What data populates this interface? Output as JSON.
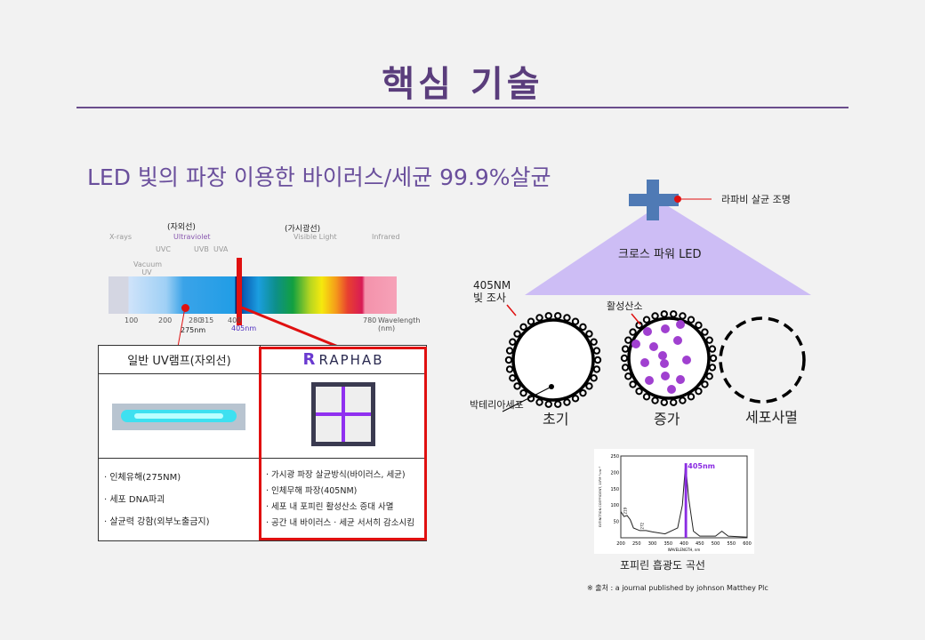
{
  "title": "핵심 기술",
  "subtitle": "LED 빛의 파장 이용한 바이러스/세균 99.9%살균",
  "spectrum": {
    "korean_uv": "(자외선)",
    "korean_visible": "(가시광선)",
    "bands": [
      "X-rays",
      "Ultraviolet",
      "Visible Light",
      "Infrared"
    ],
    "sub_bands": [
      "UVC",
      "UVB",
      "UVA",
      "Vacuum UV"
    ],
    "ticks": [
      "100",
      "200",
      "280",
      "315",
      "400",
      "780"
    ],
    "axis_label": "Wavelength (nm)",
    "marker_275": "275nm",
    "marker_405": "405nm"
  },
  "table": {
    "left_header": "일반 UV램프(자외선)",
    "right_brand": "RAPHAB",
    "left_points": [
      "· 인체유해(275NM)",
      "· 세포 DNA파괴",
      "· 살균력 강함(외부노출금지)"
    ],
    "right_points": [
      "· 가시광 파장 살균방식(바이러스, 세균)",
      "· 인체무해 파장(405NM)",
      "· 세포 내 포피린 활성산소 증대 사멸",
      "· 공간 내 바이러스 · 세균 서서히 감소시킴"
    ]
  },
  "diagram": {
    "lamp_label": "라파비 살균 조명",
    "led_label": "크로스 파워 LED",
    "irradiation_label_1": "405NM",
    "irradiation_label_2": "빛 조사",
    "ros_label": "활성산소",
    "bacteria_label": "박테리아세포",
    "stages": [
      "초기",
      "증가",
      "세포사멸"
    ]
  },
  "chart_data": {
    "type": "line",
    "xlabel": "WAVELENGTH, nm",
    "ylabel": "EXTINCTION COEFFICIENT, 10³M⁻¹cm⁻¹",
    "xlim": [
      200,
      600
    ],
    "ylim": [
      0,
      250
    ],
    "xticks": [
      "200",
      "250",
      "300",
      "350",
      "400",
      "450",
      "500",
      "550",
      "600"
    ],
    "yticks": [
      "50",
      "100",
      "150",
      "200",
      "250"
    ],
    "x": [
      200,
      210,
      220,
      230,
      240,
      260,
      280,
      300,
      340,
      380,
      395,
      405,
      415,
      430,
      450,
      500,
      520,
      540,
      600
    ],
    "y": [
      80,
      65,
      68,
      55,
      30,
      22,
      22,
      18,
      12,
      30,
      100,
      225,
      120,
      20,
      5,
      5,
      20,
      5,
      2
    ],
    "annotations": [
      "219",
      "272"
    ],
    "highlight_label": "405nm",
    "highlight_color": "#8a2be2",
    "caption": "포피린 흡광도 곡선",
    "source": "※ 출처 : a journal published by johnson Matthey Plc"
  }
}
